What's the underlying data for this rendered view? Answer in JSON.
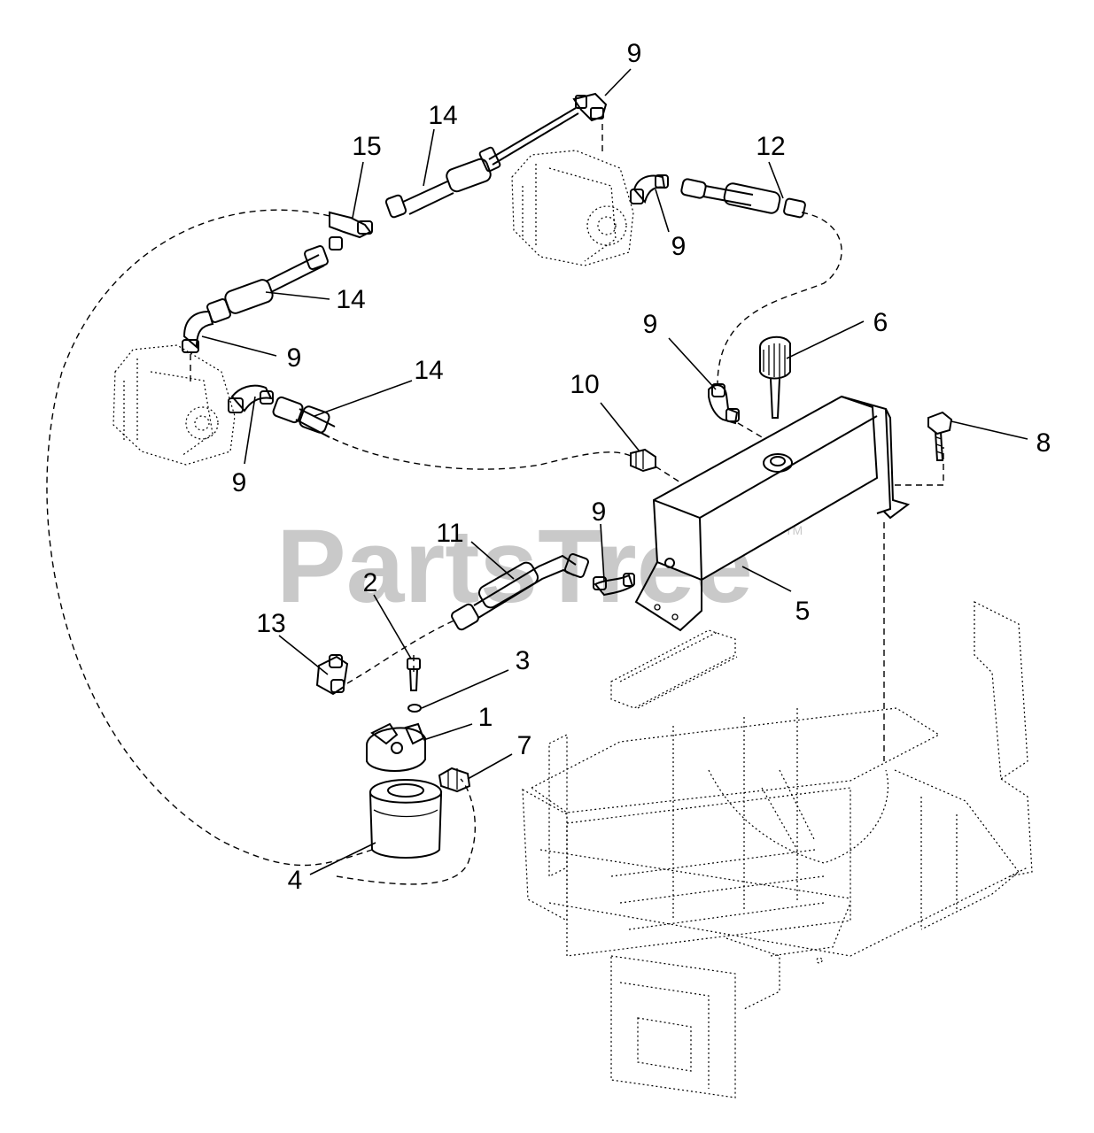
{
  "watermark": {
    "text": "PartsTree",
    "tm": "TM"
  },
  "callouts": [
    {
      "label": "9"
    },
    {
      "label": "14"
    },
    {
      "label": "15"
    },
    {
      "label": "12"
    },
    {
      "label": "14"
    },
    {
      "label": "9"
    },
    {
      "label": "9"
    },
    {
      "label": "6"
    },
    {
      "label": "9"
    },
    {
      "label": "14"
    },
    {
      "label": "10"
    },
    {
      "label": "9"
    },
    {
      "label": "8"
    },
    {
      "label": "9"
    },
    {
      "label": "11"
    },
    {
      "label": "2"
    },
    {
      "label": "5"
    },
    {
      "label": "13"
    },
    {
      "label": "3"
    },
    {
      "label": "1"
    },
    {
      "label": "7"
    },
    {
      "label": "4"
    }
  ]
}
